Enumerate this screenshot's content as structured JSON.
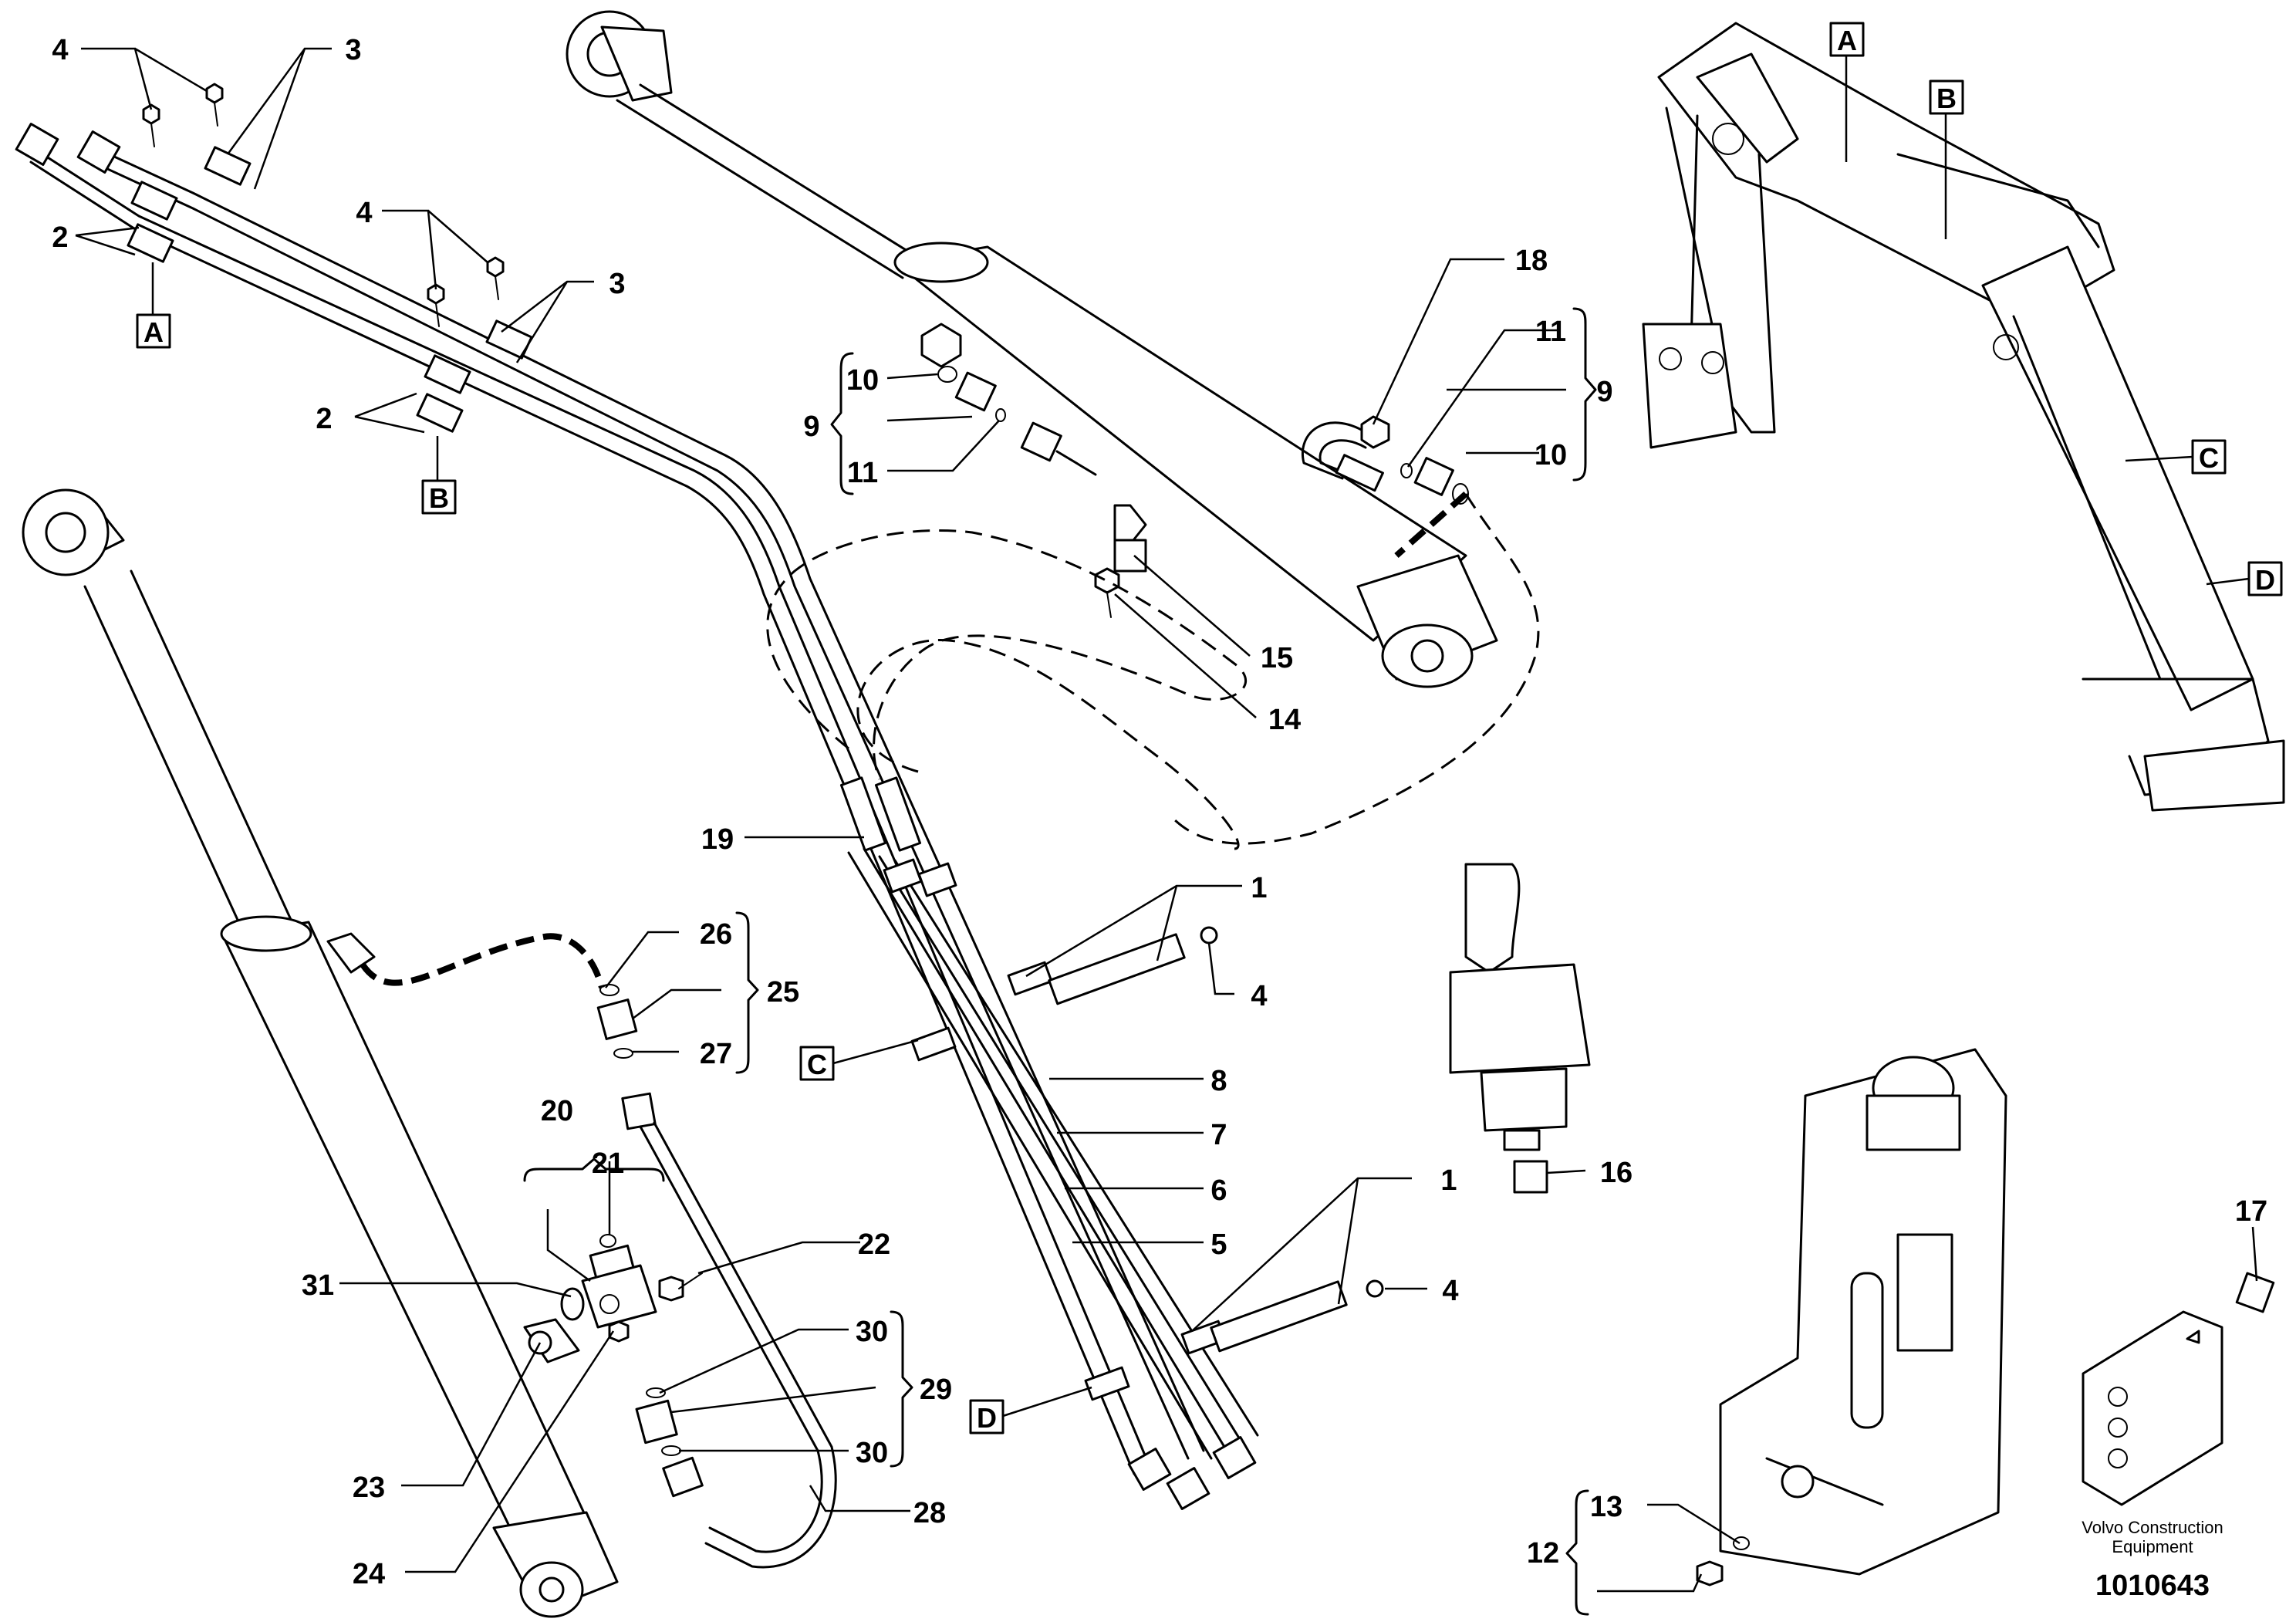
{
  "callouts": {
    "n1a": "1",
    "n1b": "1",
    "n2a": "2",
    "n2b": "2",
    "n3a": "3",
    "n3b": "3",
    "n4a": "4",
    "n4b": "4",
    "n4c": "4",
    "n4d": "4",
    "n5": "5",
    "n6": "6",
    "n7": "7",
    "n8": "8",
    "n9a": "9",
    "n9b": "9",
    "n10a": "10",
    "n10b": "10",
    "n11a": "11",
    "n11b": "11",
    "n12": "12",
    "n13": "13",
    "n14": "14",
    "n15": "15",
    "n16": "16",
    "n17": "17",
    "n18": "18",
    "n19": "19",
    "n20": "20",
    "n21": "21",
    "n22": "22",
    "n23": "23",
    "n24": "24",
    "n25": "25",
    "n26": "26",
    "n27": "27",
    "n28": "28",
    "n29": "29",
    "n30a": "30",
    "n30b": "30",
    "n31": "31"
  },
  "ref_boxes": {
    "A_left": "A",
    "B_left": "B",
    "C_left": "C",
    "D_left": "D",
    "A_right": "A",
    "B_right": "B",
    "C_right": "C",
    "D_right": "D"
  },
  "caption": {
    "line1": "Volvo Construction",
    "line2": "Equipment",
    "doc_id": "1010643"
  }
}
